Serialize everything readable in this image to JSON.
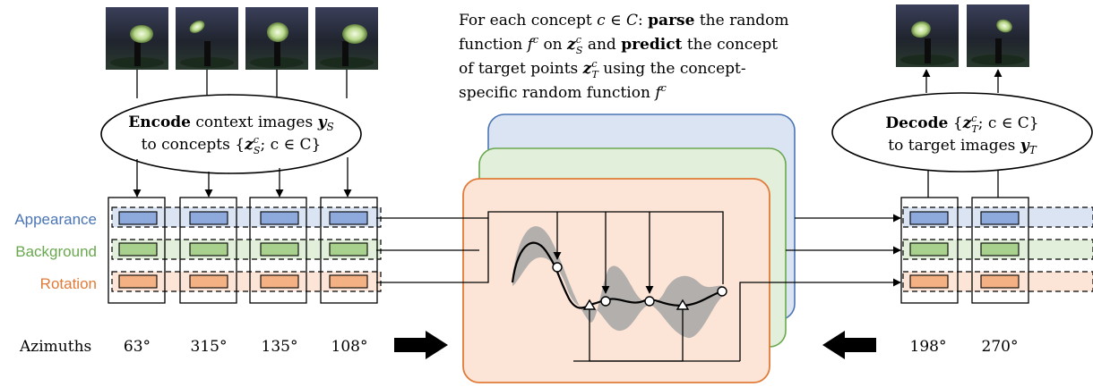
{
  "caption": {
    "line1_pre": "For each concept ",
    "line1_math": "c ∈ C",
    "line1_mid": ": ",
    "line1_bold": "parse",
    "line1_post": " the random",
    "line2_pre": "function ",
    "line2_math": "f",
    "line2_sup": "c",
    "line2_mid": " on ",
    "line2_math2": "z",
    "line2_sup2": "c",
    "line2_sub2": "S",
    "line2_and": " and ",
    "line2_bold": "predict",
    "line2_post": " the concept",
    "line3_pre": "of target points ",
    "line3_math": "z",
    "line3_sup": "c",
    "line3_sub": "T",
    "line3_post": " using the concept-",
    "line4_pre": "specific random function ",
    "line4_math": "f",
    "line4_sup": "c"
  },
  "encoder": {
    "bold": "Encode",
    "text1": " context images ",
    "math1": "y",
    "sub1": "S",
    "text2": "to concepts {",
    "math2": "z",
    "sup2": "c",
    "sub2": "S",
    "text3": "; c ∈ C}"
  },
  "decoder": {
    "bold": "Decode",
    "text1": " {",
    "math1": "z",
    "sup1": "c",
    "sub1": "T",
    "text1b": "; c ∈ C}",
    "text2": "to target images ",
    "math2": "y",
    "sub2": "T"
  },
  "concepts": [
    {
      "name": "Appearance",
      "color": "#4a74b4",
      "fill": "#dbe4f3",
      "box": "#8eaadc"
    },
    {
      "name": "Background",
      "color": "#6aa84f",
      "fill": "#e2efda",
      "box": "#a9d18e"
    },
    {
      "name": "Rotation",
      "color": "#e07b39",
      "fill": "#fce4d6",
      "box": "#f4b183"
    }
  ],
  "azimuth_label": "Azimuths",
  "context_azimuths": [
    "63°",
    "315°",
    "135°",
    "108°"
  ],
  "target_azimuths": [
    "198°",
    "270°"
  ],
  "colors": {
    "panel_blue": "#dbe4f3",
    "panel_blue_stroke": "#4a74b4",
    "panel_green": "#e2efda",
    "panel_green_stroke": "#6aa84f",
    "panel_orange": "#fce4d6",
    "panel_orange_stroke": "#e07b39",
    "uncertainty": "#a6a6a6"
  },
  "icons": [
    "plant-image-icon",
    "right-arrow-icon",
    "left-arrow-icon"
  ]
}
